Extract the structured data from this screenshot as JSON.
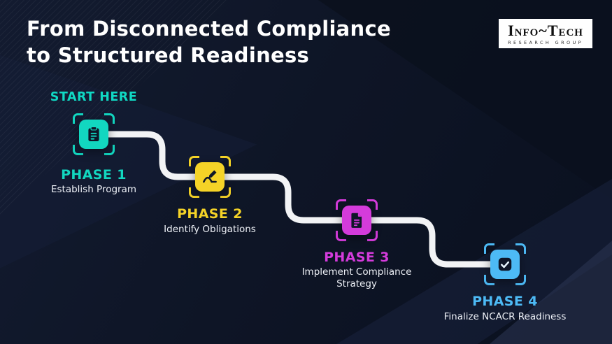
{
  "title": {
    "line1": "From Disconnected Compliance",
    "line2": "to Structured Readiness"
  },
  "logo": {
    "name": "Info~Tech",
    "subtitle": "RESEARCH GROUP"
  },
  "start_label": "START HERE",
  "colors": {
    "background": "#0E1526",
    "path": "#F2F3F5",
    "title_text": "#FFFFFF"
  },
  "phases": [
    {
      "label": "PHASE 1",
      "description": "Establish Program",
      "color": "#12D7C0",
      "icon": "clipboard-icon"
    },
    {
      "label": "PHASE 2",
      "description": "Identify Obligations",
      "color": "#F5D327",
      "icon": "signature-icon"
    },
    {
      "label": "PHASE 3",
      "description": "Implement Compliance Strategy",
      "color": "#D43BDB",
      "icon": "document-icon"
    },
    {
      "label": "PHASE 4",
      "description": "Finalize NCACR Readiness",
      "color": "#4DBAF5",
      "icon": "checkmark-icon"
    }
  ]
}
